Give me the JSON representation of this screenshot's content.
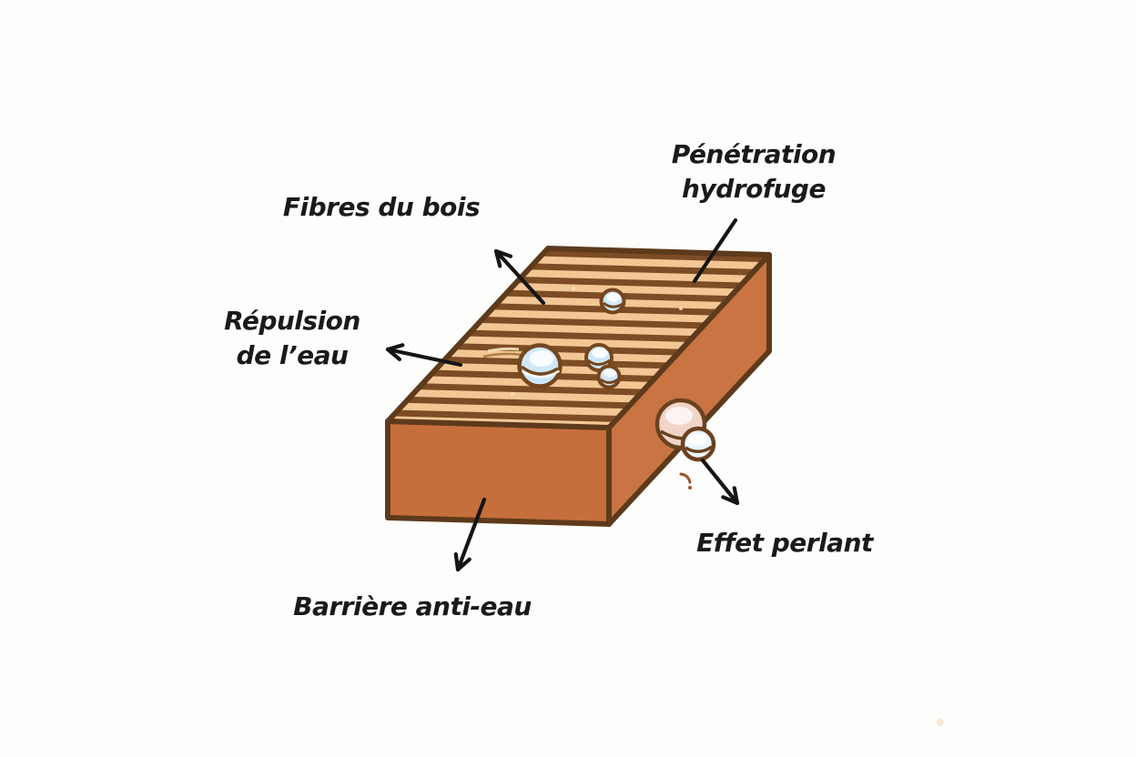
{
  "diagram": {
    "labels": {
      "fibres_du_bois": "Fibres du bois",
      "penetration_line1": "Pénétration",
      "penetration_line2": "hydrofuge",
      "repulsion_line1": "Répulsion",
      "repulsion_line2": "de l’eau",
      "barriere": "Barrière anti-eau",
      "effet_perlant": "Effet perlant"
    },
    "colors": {
      "wood_top": "#f2c795",
      "wood_stripe": "#7d4c24",
      "wood_front": "#c66f3c",
      "wood_side": "#c97442",
      "outline": "#5d3a1c",
      "droplet_fill": "#cfe8f9",
      "droplet_stroke": "#74471f",
      "bead_pink": "#f2d4c9",
      "bead_blue": "#ecf6fd",
      "arrow": "#151515",
      "text": "#1c1a18",
      "background": "#fdfdfc",
      "speck_cream": "#f7e3bd",
      "speck_brown": "#9c5326"
    }
  }
}
